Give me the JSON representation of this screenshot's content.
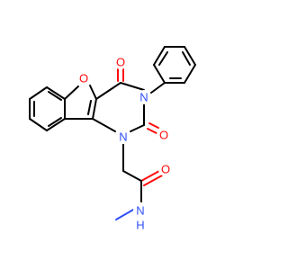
{
  "molecule": {
    "atoms": {
      "o_furan": {
        "symbol": "O",
        "color": "#ff0d0d"
      },
      "o_top": {
        "symbol": "O",
        "color": "#ff0d0d"
      },
      "n3": {
        "symbol": "N",
        "color": "#3050f8"
      },
      "o_mid": {
        "symbol": "O",
        "color": "#ff0d0d"
      },
      "n1": {
        "symbol": "N",
        "color": "#3050f8"
      },
      "o_amide": {
        "symbol": "O",
        "color": "#ff0d0d"
      },
      "n_amide": {
        "symbol": "N",
        "color": "#3050f8"
      },
      "h_amide": {
        "symbol": "H",
        "color": "#3050f8"
      }
    }
  }
}
